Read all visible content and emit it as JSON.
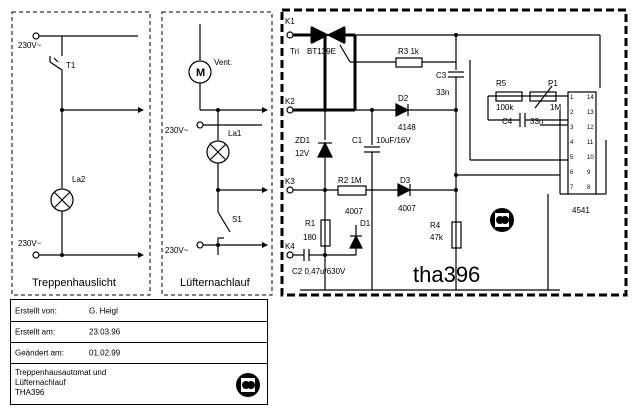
{
  "panels": {
    "left_caption": "Treppenhauslicht",
    "mid_caption": "Lüfternachlauf",
    "title": "tha396"
  },
  "left": {
    "v1": "230V~",
    "t1": "T1",
    "la2": "La2",
    "v2": "230V~"
  },
  "mid": {
    "motor": "M",
    "vent": "Vent.",
    "v1": "230V~",
    "la1": "La1",
    "s1": "S1",
    "v2": "230V~"
  },
  "circuit": {
    "k1": "K1",
    "k2": "K2",
    "k3": "K3",
    "k4": "K4",
    "tri": "Tri",
    "bt": "BT139E",
    "r3": "R3  1k",
    "c3": "C3",
    "c3v": "33n",
    "r5": "R5",
    "r5v": "100k",
    "p1": "P1",
    "p1v": "1M",
    "c4": "C4",
    "c4v": "33n",
    "d2": "D2",
    "d2v": "4148",
    "zd1": "ZD1",
    "zd1v": "12V",
    "c1": "C1",
    "c1v": "10uF/16V",
    "r2": "R2  1M",
    "d3": "D3",
    "d3v": "4007",
    "r1": "R1",
    "r1v": "180",
    "d1v": "4007",
    "d1": "D1",
    "r4": "R4",
    "r4v": "47k",
    "c2": "C2  0,47u/630V",
    "ic": "4541",
    "pins_left": [
      "1",
      "2",
      "3",
      "4",
      "5",
      "6",
      "7"
    ],
    "pins_right": [
      "14",
      "13",
      "12",
      "11",
      "10",
      "9",
      "8"
    ]
  },
  "info": {
    "created_by_label": "Erstellt von:",
    "created_by": "G. Heigl",
    "created_on_label": "Erstellt am:",
    "created_on": "23.03.96",
    "changed_label": "Geändert am:",
    "changed": "01.02.99",
    "desc1": "Treppenhausautomat und",
    "desc2": "Lüfternachlauf",
    "desc3": "THA396"
  }
}
